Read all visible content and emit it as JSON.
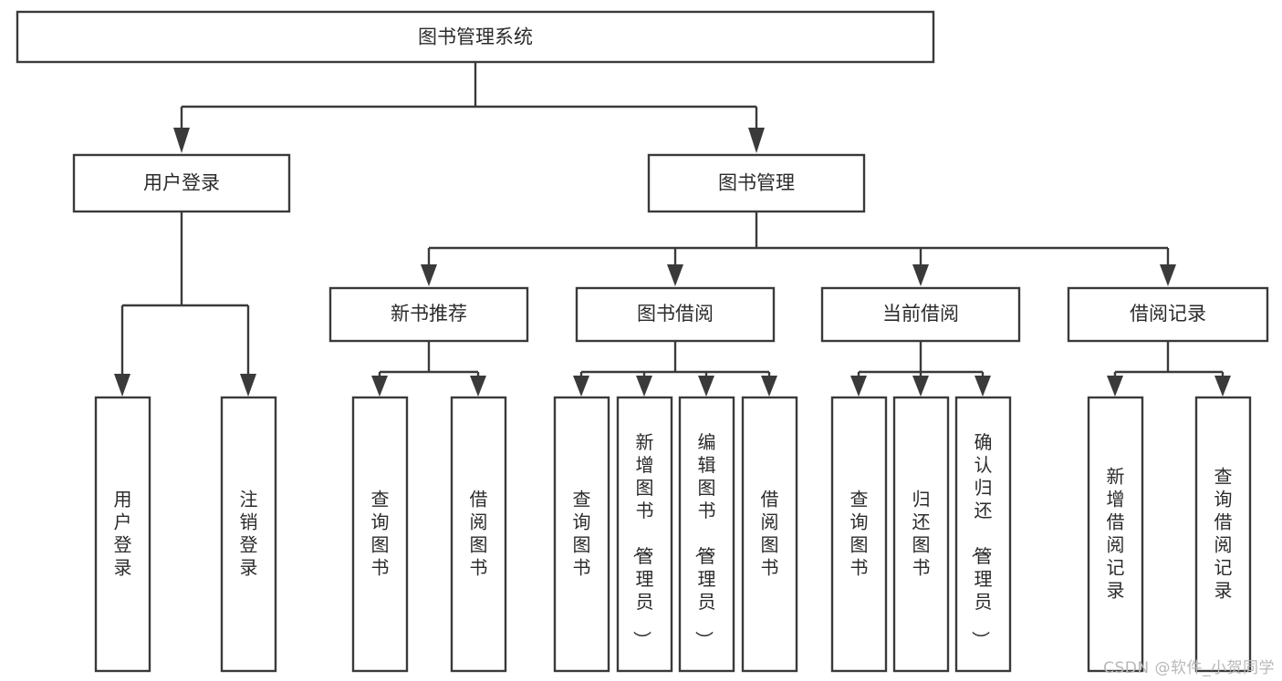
{
  "diagram": {
    "title": "图书管理系统",
    "watermark": "CSDN @软件_小贺同学",
    "colors": {
      "box_stroke": "#3a3a3a",
      "box_fill": "#ffffff",
      "text": "#2b2b2b",
      "connector": "#3a3a3a",
      "watermark": "#b8b8b8",
      "background": "#ffffff"
    },
    "root": {
      "id": "root",
      "label": "图书管理系统"
    },
    "level1": [
      {
        "id": "user-login",
        "label": "用户登录"
      },
      {
        "id": "book-management",
        "label": "图书管理"
      }
    ],
    "level2": [
      {
        "id": "new-book-recommend",
        "label": "新书推荐",
        "parent": "book-management"
      },
      {
        "id": "book-borrow",
        "label": "图书借阅",
        "parent": "book-management"
      },
      {
        "id": "current-borrow",
        "label": "当前借阅",
        "parent": "book-management"
      },
      {
        "id": "borrow-record",
        "label": "借阅记录",
        "parent": "book-management"
      }
    ],
    "leaves": [
      {
        "id": "leaf-user-login",
        "label": "用户登录",
        "parent": "user-login"
      },
      {
        "id": "leaf-logout-login",
        "label": "注销登录",
        "parent": "user-login"
      },
      {
        "id": "leaf-query-book-1",
        "label": "查询图书",
        "parent": "new-book-recommend"
      },
      {
        "id": "leaf-borrow-book-1",
        "label": "借阅图书",
        "parent": "new-book-recommend"
      },
      {
        "id": "leaf-query-book-2",
        "label": "查询图书",
        "parent": "book-borrow"
      },
      {
        "id": "leaf-add-book-admin",
        "label": "新增图书（管理员）",
        "parent": "book-borrow"
      },
      {
        "id": "leaf-edit-book-admin",
        "label": "编辑图书（管理员）",
        "parent": "book-borrow"
      },
      {
        "id": "leaf-borrow-book-2",
        "label": "借阅图书",
        "parent": "book-borrow"
      },
      {
        "id": "leaf-query-book-3",
        "label": "查询图书",
        "parent": "current-borrow"
      },
      {
        "id": "leaf-return-book",
        "label": "归还图书",
        "parent": "current-borrow"
      },
      {
        "id": "leaf-confirm-return-admin",
        "label": "确认归还（管理员）",
        "parent": "current-borrow"
      },
      {
        "id": "leaf-add-borrow-record",
        "label": "新增借阅记录",
        "parent": "borrow-record"
      },
      {
        "id": "leaf-query-borrow-record",
        "label": "查询借阅记录",
        "parent": "borrow-record"
      }
    ]
  }
}
